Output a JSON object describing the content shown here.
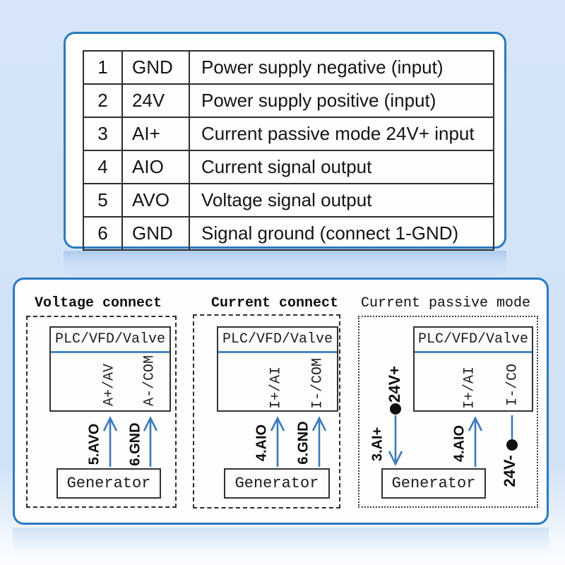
{
  "pin_table": {
    "rows": [
      {
        "pin": "1",
        "name": "GND",
        "description": "Power supply negative (input)"
      },
      {
        "pin": "2",
        "name": "24V",
        "description": "Power supply positive (input)"
      },
      {
        "pin": "3",
        "name": "AI+",
        "description": "Current passive mode 24V+ input"
      },
      {
        "pin": "4",
        "name": "AIO",
        "description": "Current signal output"
      },
      {
        "pin": "5",
        "name": "AVO",
        "description": "Voltage signal output"
      },
      {
        "pin": "6",
        "name": "GND",
        "description": "Signal ground (connect 1-GND)"
      }
    ]
  },
  "diagrams": {
    "voltage": {
      "title": "Voltage connect",
      "device": "PLC/VFD/Valve",
      "terminal_pos": "A+/AV",
      "terminal_neg": "A-/COM",
      "wire_pos": "5.AVO",
      "wire_neg": "6.GND",
      "source": "Generator"
    },
    "current": {
      "title": "Current connect",
      "device": "PLC/VFD/Valve",
      "terminal_pos": "I+/AI",
      "terminal_neg": "I-/COM",
      "wire_pos": "4.AIO",
      "wire_neg": "6.GND",
      "source": "Generator"
    },
    "passive": {
      "title": "Current passive mode",
      "device": "PLC/VFD/Valve",
      "terminal_pos": "I+/AI",
      "terminal_neg": "I-/CO",
      "supply_pos": "24V+",
      "supply_neg": "24V-",
      "wire_supply": "3.AI+",
      "wire_signal": "4.AIO",
      "source": "Generator"
    }
  },
  "colors": {
    "background": "#d4e4f7",
    "panel_border": "#2a7ac2",
    "wire_blue": "#3c7abc",
    "header_underline": "#4a86c8",
    "terminal_dot": "#111111"
  }
}
